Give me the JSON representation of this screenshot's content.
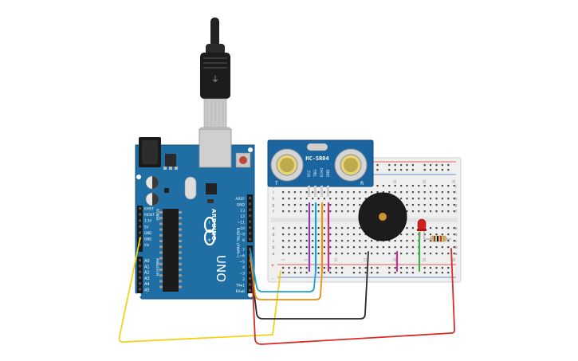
{
  "arduino": {
    "brand": "ARDUINO",
    "model": "UNO",
    "header_power_label": "POWER",
    "header_analog_label": "ANALOG IN",
    "header_digital_label": "DIGITAL (PWM~)",
    "power_pins": [
      "IOREF",
      "RESET",
      "3.3V",
      "5V",
      "GND",
      "GND",
      "Vin"
    ],
    "analog_pins": [
      "A0",
      "A1",
      "A2",
      "A3",
      "A4",
      "A5"
    ],
    "digital_pins_top": [
      "AREF",
      "GND",
      "13",
      "12",
      "~11",
      "~10",
      "~9",
      "8"
    ],
    "digital_pins_bottom": [
      "7",
      "~6",
      "~5",
      "4",
      "~3",
      "2",
      "TX▸1",
      "RX◂0"
    ]
  },
  "sensor": {
    "model": "HC-SR04",
    "pins": [
      "VCC",
      "TRIG",
      "ECHO",
      "GND"
    ],
    "side_labels": [
      "T",
      "R"
    ]
  },
  "breadboard": {
    "column_numbers": [
      "1",
      "5",
      "10",
      "15",
      "20",
      "25",
      "30"
    ],
    "row_letters_top": [
      "j",
      "i",
      "h",
      "g",
      "f"
    ],
    "row_letters_bottom": [
      "e",
      "d",
      "c",
      "b",
      "a"
    ],
    "rail_signs": [
      "+",
      "-"
    ]
  },
  "components": {
    "buzzer": "piezo-buzzer",
    "led": "red-led",
    "resistor": "resistor"
  },
  "colors": {
    "board": "#1f6fa5",
    "board_dark": "#185a86",
    "sensor_board": "#1a65a0",
    "breadboard": "#efefef",
    "rail_red": "#e2332a",
    "rail_blue": "#3a6fc4",
    "wire_yellow": "#f2d21b",
    "wire_red": "#d92b27",
    "wire_black": "#2a2a2a",
    "wire_orange": "#ee8d12",
    "wire_cyan": "#1aa0d8",
    "wire_purple": "#8b3fb4",
    "wire_magenta": "#c2318a",
    "wire_green": "#3fb14a"
  }
}
